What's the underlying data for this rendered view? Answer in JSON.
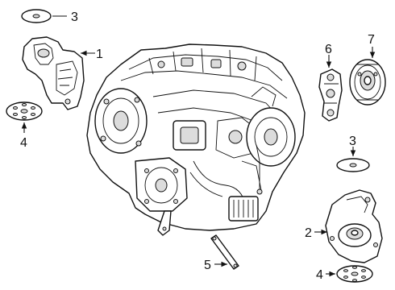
{
  "callouts": {
    "c1": "1",
    "c2": "2",
    "c3_top": "3",
    "c3_right": "3",
    "c4_left": "4",
    "c4_bottom": "4",
    "c5": "5",
    "c6": "6",
    "c7": "7"
  }
}
